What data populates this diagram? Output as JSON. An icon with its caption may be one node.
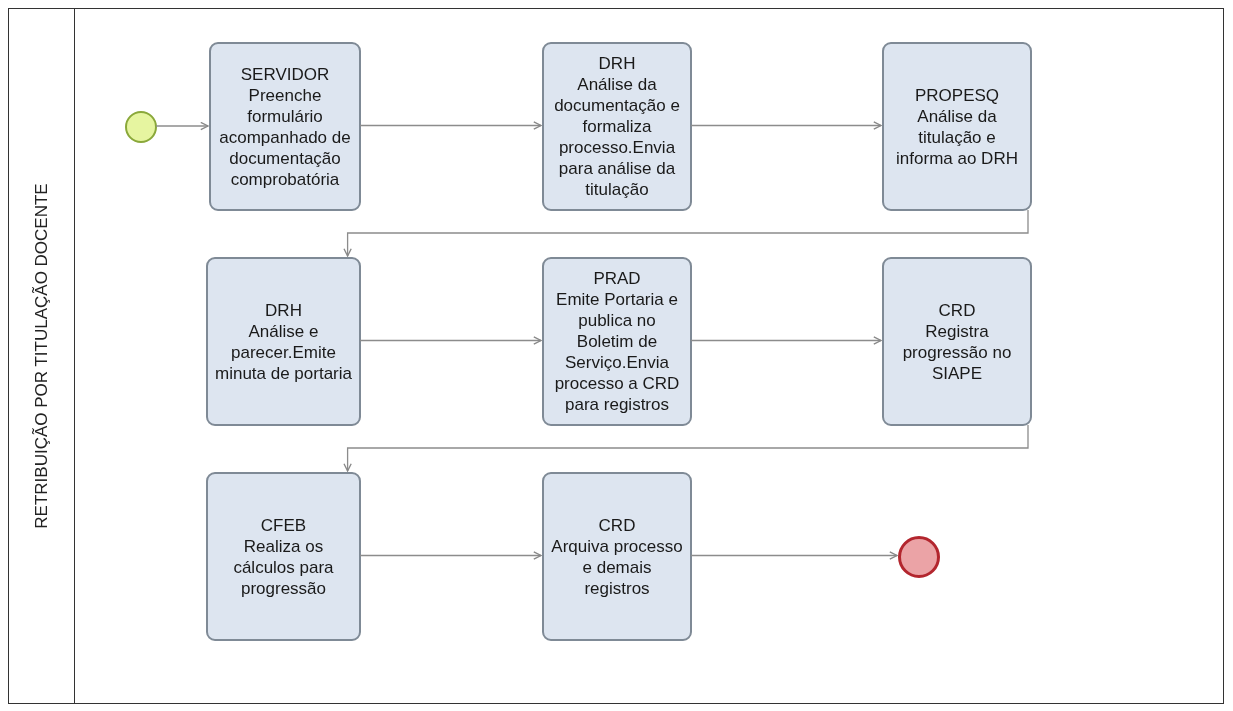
{
  "diagram": {
    "nodes": [
      {
        "text": [
          "RETRIBUIÇÃO POR TITULAÇÃO DOCENTE"
        ]
      },
      {
        "text": [],
        "shape": "circle",
        "in": 0
      },
      {
        "text": [
          "SERVIDOR",
          "Preenche formulário acompanhado de documentação comprobatória"
        ],
        "in": 0
      },
      {
        "text": [
          "DRH",
          "Análise da documentação e formaliza processo.Envia para análise da titulação"
        ],
        "in": 0
      },
      {
        "text": [
          "PROPESQ",
          "Análise da titulação e informa ao DRH"
        ],
        "in": 0
      },
      {
        "text": [
          "DRH",
          "Análise e parecer.Emite minuta de portaria"
        ],
        "in": 0
      },
      {
        "text": [
          "PRAD",
          "Emite Portaria e publica no Boletim de Serviço.Envia processo a CRD para registros"
        ],
        "in": 0
      },
      {
        "text": [
          "CRD",
          "Registra progressão no SIAPE"
        ],
        "in": 0
      },
      {
        "text": [
          "CFEB",
          "Realiza os cálculos para progressão"
        ],
        "in": 0
      },
      {
        "text": [
          "CRD",
          "Arquiva processo e demais registros"
        ],
        "in": 0
      },
      {
        "text": [],
        "shape": "circle",
        "in": 0
      }
    ],
    "edges": [
      {
        "from": 1,
        "to": 2,
        "arrow": "to"
      },
      {
        "from": 2,
        "to": 3,
        "arrow": "to"
      },
      {
        "from": 3,
        "to": 4,
        "arrow": "to"
      },
      {
        "from": 4,
        "to": 5,
        "arrow": "to"
      },
      {
        "from": 5,
        "to": 6,
        "arrow": "to"
      },
      {
        "from": 6,
        "to": 7,
        "arrow": "to"
      },
      {
        "from": 7,
        "to": 8,
        "arrow": "to"
      },
      {
        "from": 8,
        "to": 9,
        "arrow": "to"
      },
      {
        "from": 9,
        "to": 10,
        "arrow": "to"
      }
    ]
  }
}
